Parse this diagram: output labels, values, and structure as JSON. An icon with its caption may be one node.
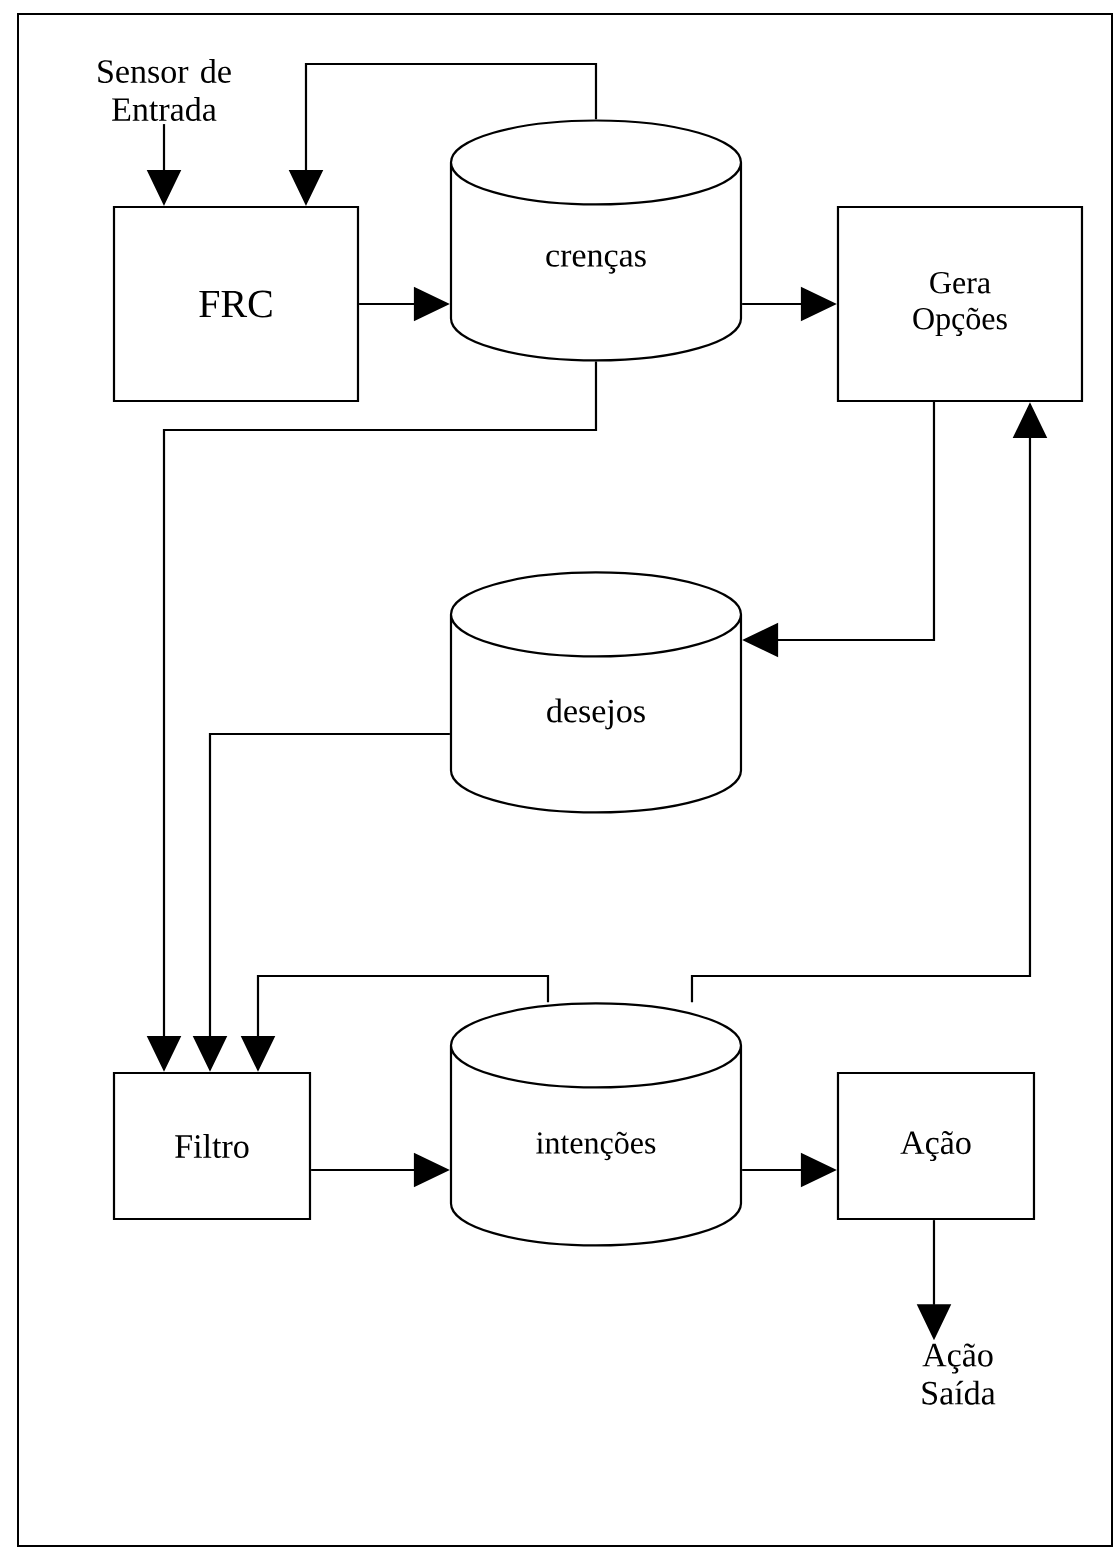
{
  "diagram": {
    "nodes": [
      {
        "text": [
          "Sensor de Entrada"
        ]
      },
      {
        "text": [
          "FRC"
        ]
      },
      {
        "text": [
          "crenças"
        ]
      },
      {
        "text": [
          "Gera Opções"
        ]
      },
      {
        "text": [
          "desejos"
        ]
      },
      {
        "text": [
          "Filtro"
        ]
      },
      {
        "text": [
          "intenções"
        ]
      },
      {
        "text": [
          "Ação"
        ]
      },
      {
        "text": [
          "Ação Saída"
        ]
      }
    ],
    "edges": [
      {
        "from": 0,
        "to": 1,
        "arrow": "to"
      },
      {
        "from": 2,
        "to": 1,
        "arrow": "to"
      },
      {
        "from": 1,
        "to": 2,
        "arrow": "to"
      },
      {
        "from": 2,
        "to": 3,
        "arrow": "to"
      },
      {
        "from": 3,
        "to": 4,
        "arrow": "to"
      },
      {
        "from": 2,
        "to": 5,
        "arrow": "to"
      },
      {
        "from": 4,
        "to": 5,
        "arrow": "to"
      },
      {
        "from": 6,
        "to": 5,
        "arrow": "to"
      },
      {
        "from": 6,
        "to": 3,
        "arrow": "to"
      },
      {
        "from": 5,
        "to": 6,
        "arrow": "to"
      },
      {
        "from": 6,
        "to": 7,
        "arrow": "to"
      },
      {
        "from": 7,
        "to": 8,
        "arrow": "to"
      }
    ]
  }
}
